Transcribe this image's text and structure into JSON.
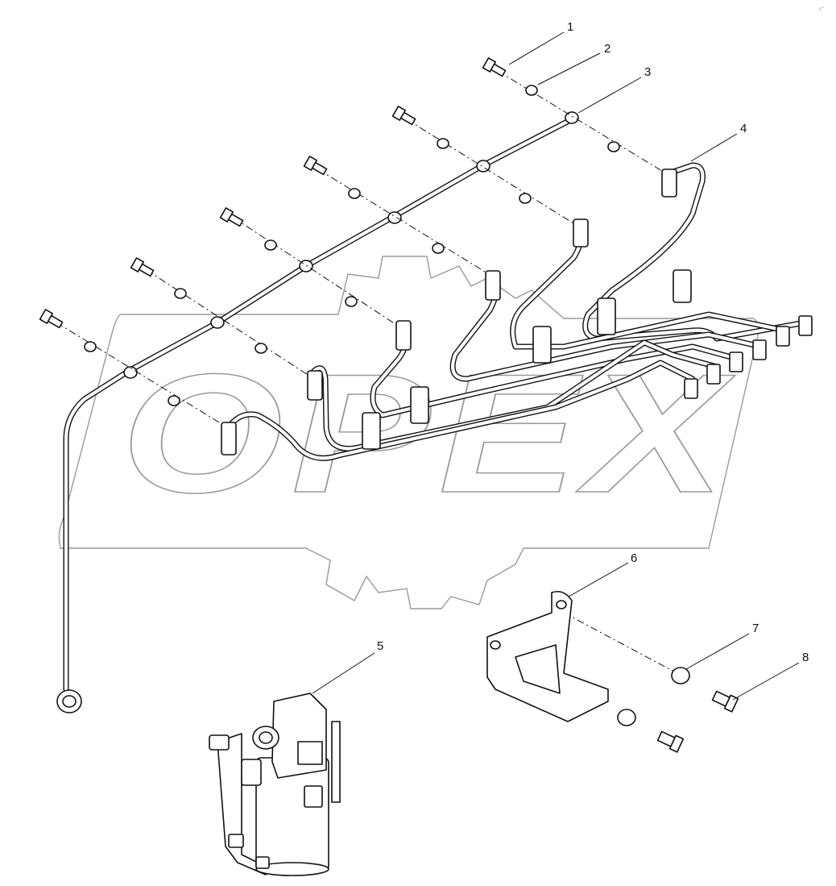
{
  "watermark": {
    "text": "OPEX"
  },
  "callouts": [
    {
      "id": 1,
      "label": "1"
    },
    {
      "id": 2,
      "label": "2"
    },
    {
      "id": 3,
      "label": "3"
    },
    {
      "id": 4,
      "label": "4"
    },
    {
      "id": 5,
      "label": "5"
    },
    {
      "id": 6,
      "label": "6"
    },
    {
      "id": 7,
      "label": "7"
    },
    {
      "id": 8,
      "label": "8"
    }
  ],
  "corner_mark": {
    "text": "c~"
  },
  "colors": {
    "line": "#111111",
    "watermark": "#9a9a9a",
    "background": "#ffffff"
  }
}
